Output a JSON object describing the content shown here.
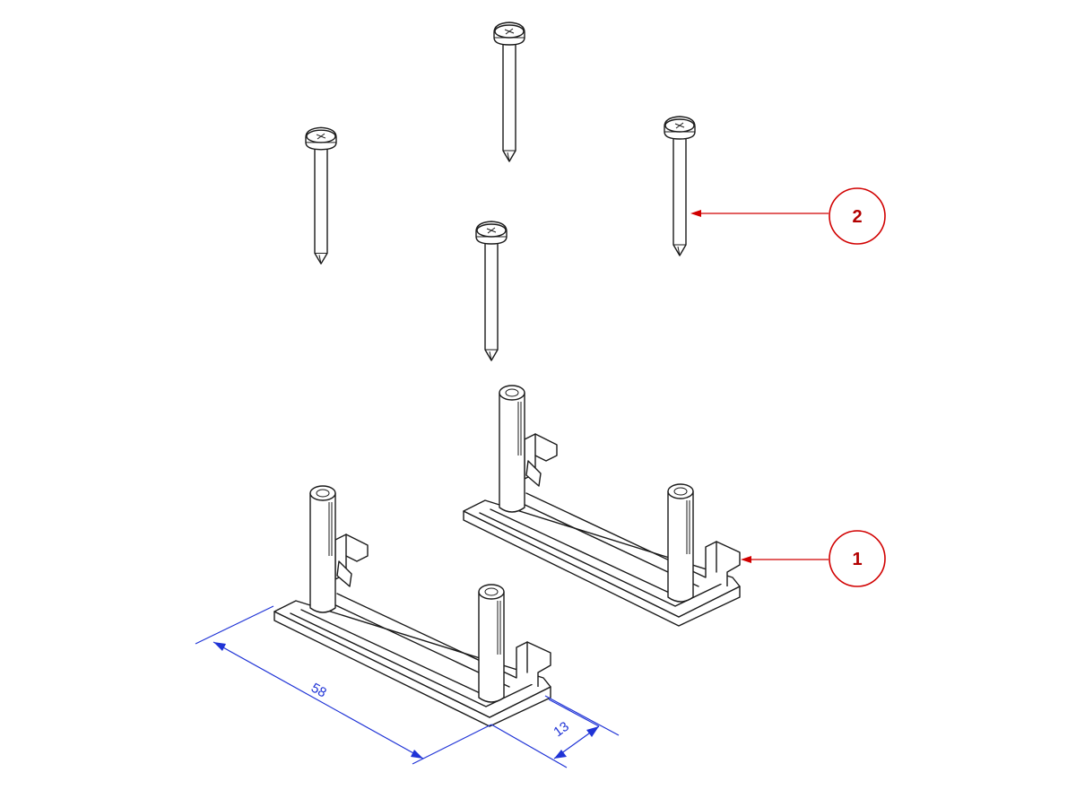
{
  "drawing": {
    "dimensions": {
      "length_value": "58",
      "width_value": "13",
      "color": "#1f33d6"
    },
    "callouts": {
      "base_label": "1",
      "screw_label": "2",
      "color": "#d10000"
    },
    "parts": {
      "screws_count": 4,
      "bases_count": 2
    }
  }
}
